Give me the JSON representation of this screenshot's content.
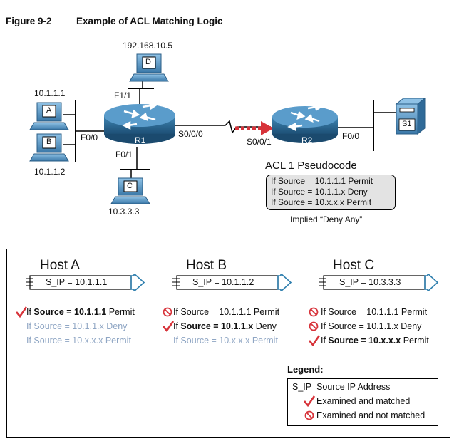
{
  "figure": {
    "label": "Figure 9-2",
    "title": "Example of ACL Matching Logic"
  },
  "topology": {
    "host_d_ip": "192.168.10.5",
    "host_d": "D",
    "host_a_ip": "10.1.1.1",
    "host_a": "A",
    "host_b_ip": "10.1.1.2",
    "host_b": "B",
    "host_c_ip": "10.3.3.3",
    "host_c": "C",
    "r1": "R1",
    "r2": "R2",
    "s1": "S1",
    "r1_f11": "F1/1",
    "r1_f00": "F0/0",
    "r1_f01": "F0/1",
    "r1_s000": "S0/0/0",
    "r2_s001": "S0/0/1",
    "r2_f00": "F0/0"
  },
  "acl": {
    "title": "ACL 1 Pseudocode",
    "lines": [
      {
        "cond": "If Source = 10.1.1.1",
        "action": "Permit"
      },
      {
        "cond": "If Source = 10.1.1.x",
        "action": "Deny"
      },
      {
        "cond": "If Source = 10.x.x.x",
        "action": "Permit"
      }
    ],
    "implied": "Implied “Deny Any”"
  },
  "hosts": [
    {
      "title": "Host A",
      "sip": "S_IP = 10.1.1.1",
      "rules": [
        {
          "pre": "If ",
          "bold": "Source = 10.1.1.1",
          "post": " Permit"
        },
        {
          "pre": "If Source = 10.1.1.x Deny",
          "bold": "",
          "post": ""
        },
        {
          "pre": "If Source = 10.x.x.x Permit",
          "bold": "",
          "post": ""
        }
      ]
    },
    {
      "title": "Host B",
      "sip": "S_IP = 10.1.1.2",
      "rules": [
        {
          "pre": "If Source = 10.1.1.1 Permit",
          "bold": "",
          "post": ""
        },
        {
          "pre": "If ",
          "bold": "Source = 10.1.1.x",
          "post": " Deny"
        },
        {
          "pre": "If Source = 10.x.x.x Permit",
          "bold": "",
          "post": ""
        }
      ]
    },
    {
      "title": "Host C",
      "sip": "S_IP = 10.3.3.3",
      "rules": [
        {
          "pre": "If Source = 10.1.1.1 Permit",
          "bold": "",
          "post": ""
        },
        {
          "pre": "If Source = 10.1.1.x Deny",
          "bold": "",
          "post": ""
        },
        {
          "pre": "If ",
          "bold": "Source = 10.x.x.x",
          "post": " Permit"
        }
      ]
    }
  ],
  "legend": {
    "title": "Legend:",
    "sip_key": "S_IP",
    "sip_text": "Source IP Address",
    "matched": "Examined and matched",
    "not_matched": "Examined and not matched"
  },
  "colors": {
    "accent_red": "#d7333a",
    "router_blue": "#2b6a95",
    "pc_blue": "#4a89b8",
    "arrow_blue": "#2f7fae",
    "grey_text": "#8fa6c4"
  }
}
